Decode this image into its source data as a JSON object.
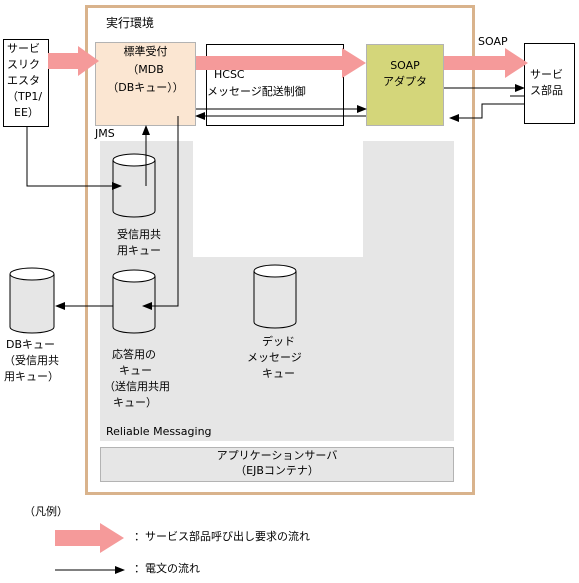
{
  "execution_env": {
    "title": "実行環境"
  },
  "service_requester": {
    "lines": [
      "サービ",
      "スリク",
      "エスタ",
      "（TP1/",
      "EE）"
    ]
  },
  "standard_receiver": {
    "lines": [
      "標準受付",
      "（MDB",
      "（DBキュー））"
    ]
  },
  "hcsc": {
    "lines": [
      "HCSC",
      "メッセージ配送制御"
    ]
  },
  "soap_adapter": {
    "lines": [
      "SOAP",
      "アダプタ"
    ]
  },
  "soap_label": "SOAP",
  "service_component": {
    "lines": [
      "サービ",
      "ス部品"
    ]
  },
  "jms_label": "JMS",
  "receive_queue": {
    "lines": [
      "受信用共",
      "用キュー"
    ]
  },
  "db_queue": {
    "lines": [
      "DBキュー",
      "（受信用共",
      "用キュー）"
    ]
  },
  "response_queue": {
    "lines": [
      "応答用の",
      "キュー",
      "（送信用共用",
      "キュー）"
    ]
  },
  "dead_queue": {
    "lines": [
      "デッド",
      "メッセージ",
      "キュー"
    ]
  },
  "reliable_messaging": "Reliable Messaging",
  "app_server": {
    "lines": [
      "アプリケーションサーバ",
      "（EJBコンテナ）"
    ]
  },
  "legend": {
    "title": "（凡例）",
    "call_flow": "：サービス部品呼び出し要求の流れ",
    "message_flow": "：電文の流れ"
  },
  "colors": {
    "env_border": "#d9b38c",
    "call_arrow": "#f59a9a",
    "standard_fill": "#fbe6d2",
    "soap_fill": "#d4d67a",
    "rm_fill": "#e6e6e6",
    "cylinder_fill": "#e6e6e6"
  }
}
